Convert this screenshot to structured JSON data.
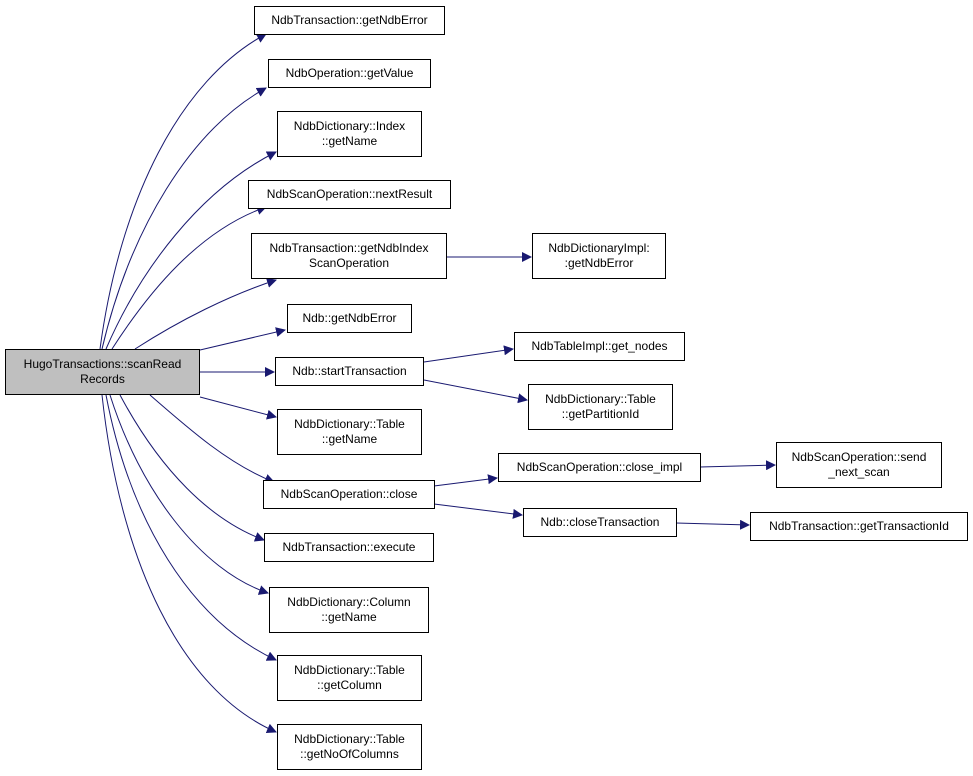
{
  "root": {
    "line1": "HugoTransactions::scanRead",
    "line2": "Records"
  },
  "nodes": {
    "getNdbError": {
      "line1": "NdbTransaction::getNdbError"
    },
    "getValue": {
      "line1": "NdbOperation::getValue"
    },
    "indexGetName": {
      "line1": "NdbDictionary::Index",
      "line2": "::getName"
    },
    "nextResult": {
      "line1": "NdbScanOperation::nextResult"
    },
    "getNdbIndexScanOperation": {
      "line1": "NdbTransaction::getNdbIndex",
      "line2": "ScanOperation"
    },
    "dictImplGetNdbError": {
      "line1": "NdbDictionaryImpl:",
      "line2": ":getNdbError"
    },
    "ndbGetNdbError": {
      "line1": "Ndb::getNdbError"
    },
    "startTransaction": {
      "line1": "Ndb::startTransaction"
    },
    "getNodes": {
      "line1": "NdbTableImpl::get_nodes"
    },
    "getPartitionId": {
      "line1": "NdbDictionary::Table",
      "line2": "::getPartitionId"
    },
    "tableGetName": {
      "line1": "NdbDictionary::Table",
      "line2": "::getName"
    },
    "scanClose": {
      "line1": "NdbScanOperation::close"
    },
    "closeImpl": {
      "line1": "NdbScanOperation::close_impl"
    },
    "sendNextScan": {
      "line1": "NdbScanOperation::send",
      "line2": "_next_scan"
    },
    "closeTransaction": {
      "line1": "Ndb::closeTransaction"
    },
    "getTransactionId": {
      "line1": "NdbTransaction::getTransactionId"
    },
    "execute": {
      "line1": "NdbTransaction::execute"
    },
    "columnGetName": {
      "line1": "NdbDictionary::Column",
      "line2": "::getName"
    },
    "getColumn": {
      "line1": "NdbDictionary::Table",
      "line2": "::getColumn"
    },
    "getNoOfColumns": {
      "line1": "NdbDictionary::Table",
      "line2": "::getNoOfColumns"
    }
  },
  "colors": {
    "edge": "#191970",
    "root_fill": "#bfbfbf",
    "node_border": "#000000"
  }
}
